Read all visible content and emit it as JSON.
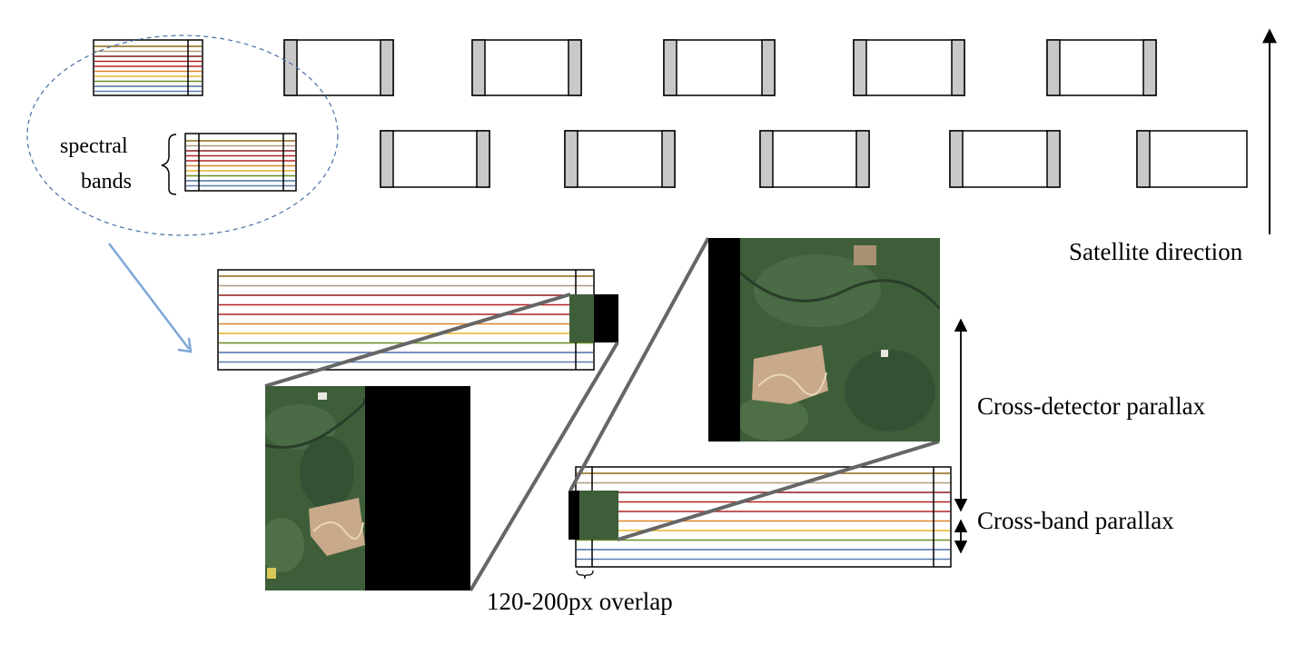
{
  "labels": {
    "spectral_1": "spectral",
    "spectral_2": "bands",
    "satellite_direction": "Satellite direction",
    "cross_detector": "Cross-detector parallax",
    "cross_band": "Cross-band parallax",
    "overlap": "120-200px overlap"
  },
  "band_colors": [
    "#8B6914",
    "#b09a7e",
    "#8c1b1b",
    "#b22222",
    "#b22222",
    "#d9822b",
    "#e6b422",
    "#6b8e23",
    "#4a6fa5",
    "#5a7fb5"
  ],
  "colors": {
    "frame": "#000000",
    "detector_gap": "#c8c8c8",
    "connector": "#666666",
    "ellipse": "#4a6fa5",
    "pointer_arrow": "#7ea6d8",
    "terrain": "#3e5e3a",
    "terrain_clearing": "#c8a98a",
    "nodata": "#000000"
  }
}
